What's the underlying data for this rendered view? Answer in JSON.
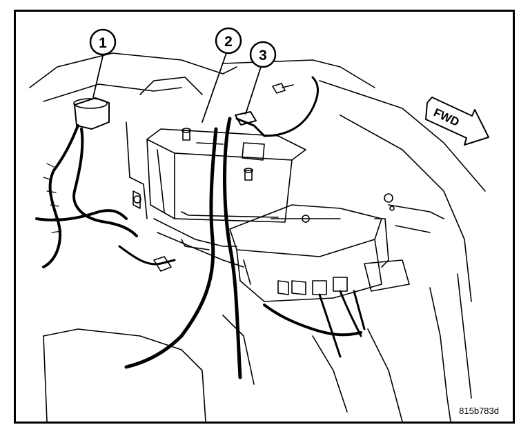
{
  "callouts": [
    {
      "label": "1",
      "target": "wiring harness grommet"
    },
    {
      "label": "2",
      "target": "battery"
    },
    {
      "label": "3",
      "target": "cable clip"
    }
  ],
  "direction_arrow": {
    "label": "FWD"
  },
  "figure_code": "815b783d"
}
